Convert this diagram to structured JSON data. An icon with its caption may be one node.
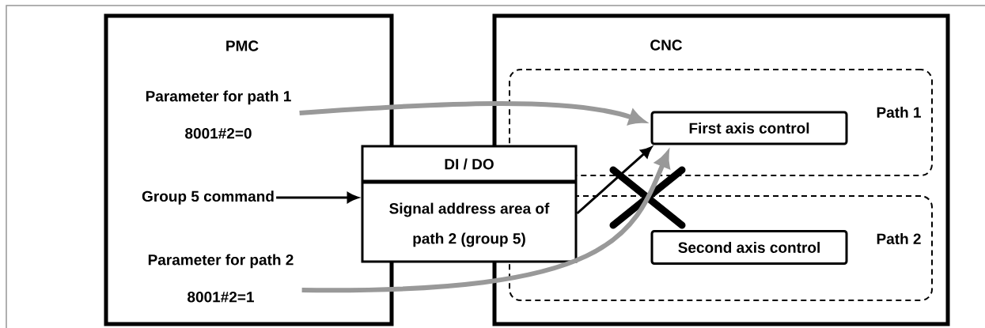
{
  "diagram": {
    "nodes": [
      {
        "text": [
          "PMC"
        ]
      },
      {
        "text": [
          "Parameter for path 1",
          "8001#2=0"
        ],
        "in": 0
      },
      {
        "text": [
          "Group 5 command"
        ],
        "in": 0
      },
      {
        "text": [
          "Parameter for path 2",
          "8001#2=1"
        ],
        "in": 0
      },
      {
        "text": [
          "CNC"
        ]
      },
      {
        "text": [
          "Path 1"
        ],
        "in": 4
      },
      {
        "text": [
          "First axis control"
        ],
        "in": 5
      },
      {
        "text": [
          "Path 2"
        ],
        "in": 4
      },
      {
        "text": [
          "Second axis control"
        ],
        "in": 7
      },
      {
        "text": [
          "DI / DO",
          "Signal address area of path 2 (group 5)"
        ]
      }
    ],
    "edges": [
      {
        "from": 1,
        "to": 6,
        "arrow": "to",
        "style": "thick",
        "color": "#999999"
      },
      {
        "from": 2,
        "to": 9,
        "arrow": "to",
        "color": "#000000"
      },
      {
        "from": 9,
        "to": 6,
        "arrow": "to",
        "color": "#000000"
      },
      {
        "from": 3,
        "to": 6,
        "arrow": "to",
        "style": "thick",
        "color": "#999999"
      }
    ]
  }
}
